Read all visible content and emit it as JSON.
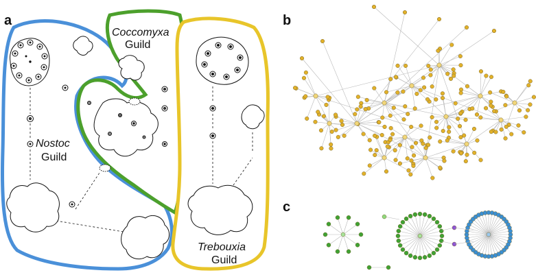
{
  "panels": {
    "a": {
      "letter": "a",
      "guilds": [
        {
          "name": "Nostoc",
          "word": "Guild",
          "color": "#4a90d9"
        },
        {
          "name": "Coccomyxa",
          "word": "Guild",
          "color": "#4ca02c"
        },
        {
          "name": "Trebouxia",
          "word": "Guild",
          "color": "#e8c52a"
        }
      ]
    },
    "b": {
      "letter": "b",
      "node_color": "#e2b12a"
    },
    "c": {
      "letter": "c",
      "colors": {
        "green": "#3fa234",
        "blue": "#3a8fd4",
        "purple": "#8b4fd8"
      }
    }
  }
}
